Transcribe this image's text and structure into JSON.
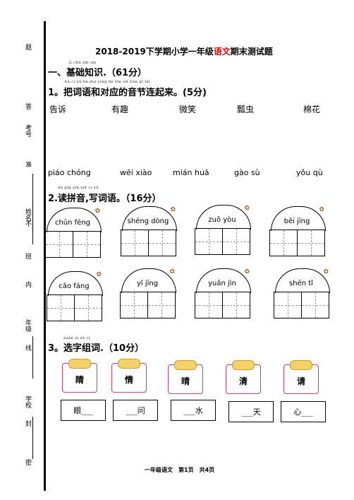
{
  "sidebar": {
    "labels": [
      "题",
      "答",
      "考号",
      "准",
      "姓名",
      "不",
      "班",
      "内",
      "年级",
      "线",
      "学校",
      "封",
      "密"
    ]
  },
  "title": {
    "prefix": "2018-2019下学期小学一年级",
    "subject": "语文",
    "suffix": "期末测试题"
  },
  "section1": {
    "ruby": "jī chǔ zhī shi",
    "heading": "一、基础知识.（61分）"
  },
  "q1": {
    "ruby": "bǎ cí yǔ hé duì yìng de yīn jié lián qǐ lái",
    "heading": "1。把词语和对应的音节连起来。(5分)",
    "words": [
      "告诉",
      "有趣",
      "微笑",
      "瓢虫",
      "棉花"
    ],
    "pinyin": [
      "piáo chóng",
      "wēi xiào",
      "mián huā",
      "gào sù",
      "yǒu qù"
    ]
  },
  "q2": {
    "ruby": "dú pīn yīn xiě cí yǔ",
    "heading": "2.读拼音,写词语。（16分）",
    "huts": [
      "chūn fēng",
      "shēng dòng",
      "zuǒ yòu",
      "běi jīng",
      "cǎo fáng",
      "yǐ jīng",
      "yuǎn jìn",
      "shēn tǐ"
    ]
  },
  "q3": {
    "ruby": "xuǎn zì zǔ cí",
    "heading": "3。选字组词.（10分）",
    "chars": [
      "睛",
      "情",
      "晴",
      "清",
      "请"
    ],
    "answers": [
      "眼___",
      "___问",
      "___水",
      "___天",
      "心___"
    ]
  },
  "footer": "一年级语文　第1页　共4页"
}
